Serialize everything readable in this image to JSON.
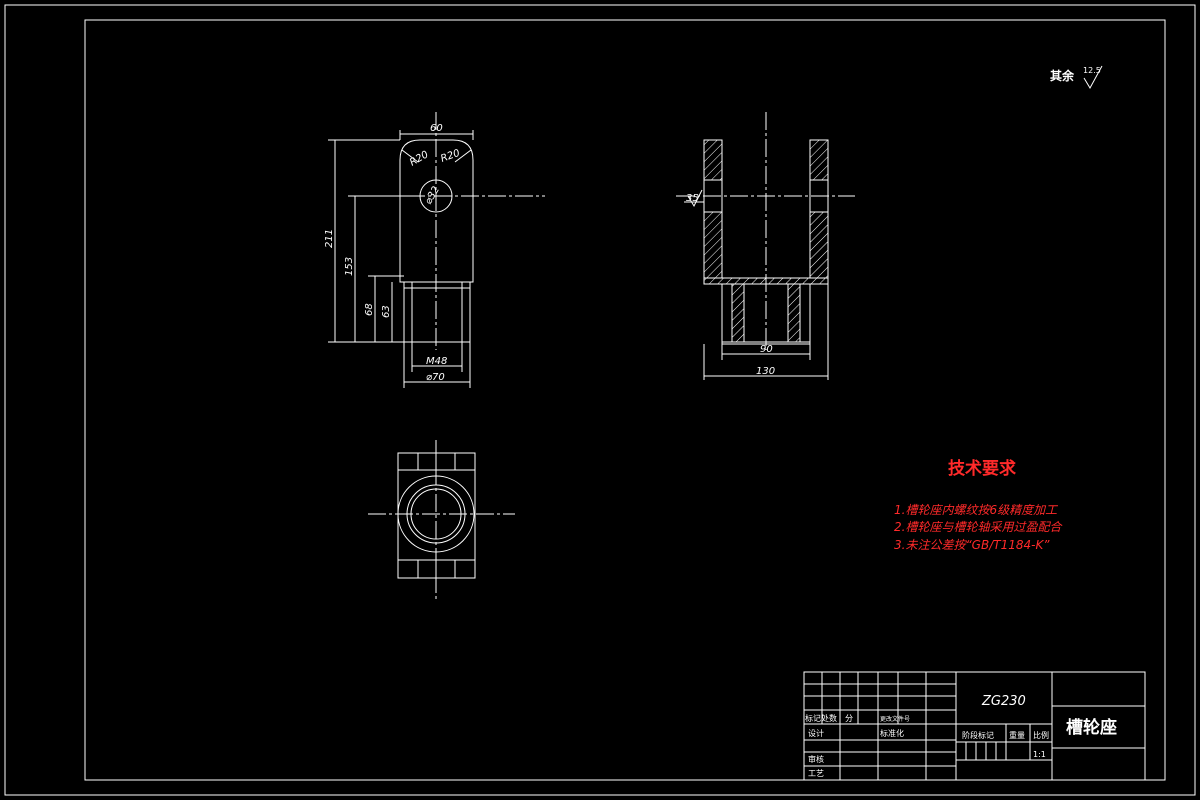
{
  "drawing": {
    "colors": {
      "background": "#000000",
      "line": "#ffffff",
      "note": "#ff2a2a"
    },
    "surface_finish": {
      "label": "其余",
      "value": "12.5"
    },
    "front_view": {
      "dims": {
        "top_width": "60",
        "radius_left": "R20",
        "radius_right": "R20",
        "hole_dia": "⌀32",
        "height_total": "211",
        "height_center": "153",
        "height_lower_a": "68",
        "height_lower_b": "63",
        "thread": "M48",
        "outer_dia": "⌀70"
      }
    },
    "side_view": {
      "dims": {
        "wall": "35",
        "inner_width": "90",
        "outer_width": "130"
      }
    },
    "tech_requirements": {
      "title": "技术要求",
      "items": [
        "1.槽轮座内螺纹按6级精度加工",
        "2.槽轮座与槽轮轴采用过盈配合",
        "3.未注公差按“GB/T1184-K”"
      ]
    },
    "title_block": {
      "material": "ZG230",
      "part_name": "槽轮座",
      "scale": "1:1",
      "labels": {
        "mark": "标记处数",
        "div": "分",
        "change": "更改文件号",
        "design": "设计",
        "std": "标准化",
        "stage": "阶段标记",
        "weight": "重量",
        "ratio": "比例",
        "review": "审核",
        "process": "工艺"
      }
    }
  }
}
